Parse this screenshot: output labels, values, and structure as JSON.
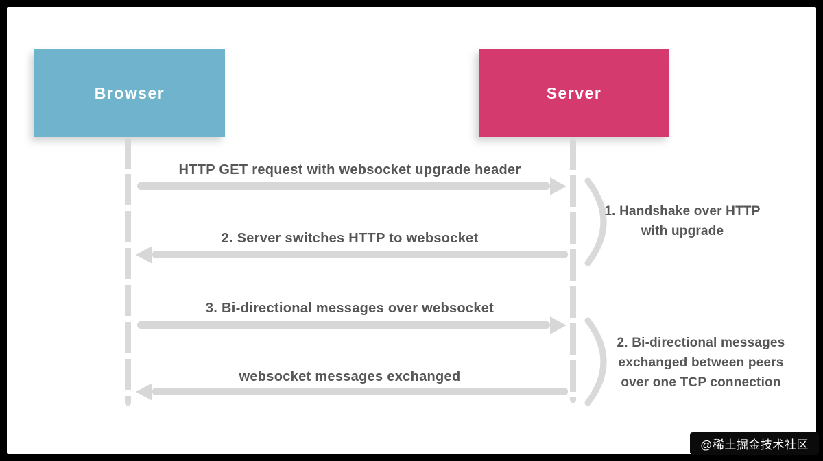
{
  "diagram": {
    "type": "sequence-diagram",
    "topic": "Browser and Server websocket handshake",
    "colors": {
      "browser_box": "#6fb4cc",
      "server_box": "#d53a6e",
      "arrow_gray": "#d7d7d7",
      "label_text": "#565656",
      "frame": "#000000",
      "canvas": "#ffffff"
    }
  },
  "actors": {
    "browser": {
      "label": "Browser"
    },
    "server": {
      "label": "Server"
    }
  },
  "messages": [
    {
      "label": "HTTP GET request with websocket upgrade header",
      "from": "Browser",
      "to": "Server",
      "direction": "right"
    },
    {
      "label": "2. Server switches HTTP to websocket",
      "from": "Server",
      "to": "Browser",
      "direction": "left"
    },
    {
      "label": "3. Bi-directional messages over websocket",
      "from": "Browser",
      "to": "Server",
      "direction": "right"
    },
    {
      "label": "websocket messages exchanged",
      "from": "Server",
      "to": "Browser",
      "direction": "left"
    }
  ],
  "annotations": [
    {
      "groups_messages": "1-2",
      "line1": "1. Handshake over HTTP",
      "line2": "with upgrade"
    },
    {
      "groups_messages": "3-4",
      "line1": "2. Bi-directional messages",
      "line2": "exchanged between peers",
      "line3": "over one TCP connection"
    }
  ],
  "watermark": {
    "text": "@稀土掘金技术社区"
  }
}
